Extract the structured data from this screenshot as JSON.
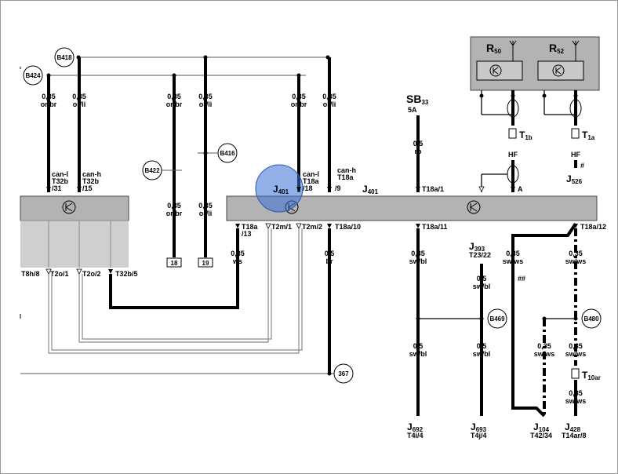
{
  "modules": {
    "left": {
      "pins": {
        "can_l": "can-l",
        "can_l_pin": "T32b",
        "can_l_num": "/31",
        "can_h": "can-h",
        "can_h_pin": "T32b",
        "can_h_num": "/15",
        "t8h": "T8h/8",
        "t2o1": "T2o/1",
        "t2o2": "T2o/2",
        "t32b5": "T32b/5"
      }
    },
    "j401": {
      "label": "J",
      "sub": "401",
      "label2": "J",
      "sub2": "401",
      "pins": {
        "can_l": "can-l",
        "can_l_pin": "T18a",
        "can_l_num": "/18",
        "can_h": "can-h",
        "can_h_pin": "T18a",
        "can_h_num": "/9",
        "t18a1": "T18a/1",
        "t18a13a": "T18a",
        "t18a13b": "/13",
        "t2m1": "T2m/1",
        "t2m2": "T2m/2",
        "t18a10": "T18a/10",
        "t18a11": "T18a/11",
        "t18a12": "T18a/12",
        "a": "A"
      }
    },
    "r50": {
      "label": "R",
      "sub": "50"
    },
    "r52": {
      "label": "R",
      "sub": "52"
    }
  },
  "wires": {
    "w1": {
      "size": "0,35",
      "color": "or/br"
    },
    "w2": {
      "size": "0,35",
      "color": "or/li"
    },
    "w3": {
      "size": "0,35",
      "color": "or/br"
    },
    "w4": {
      "size": "0,35",
      "color": "or/li"
    },
    "w5": {
      "size": "0,35",
      "color": "or/br"
    },
    "w6": {
      "size": "0,35",
      "color": "or/li"
    },
    "w7": {
      "size": "0,35",
      "color": "or/br"
    },
    "w8": {
      "size": "0,35",
      "color": "or/li"
    },
    "w9": {
      "size": "0,35",
      "color": "ws"
    },
    "w10": {
      "size": "0,5",
      "color": "br"
    },
    "w11": {
      "size": "0,5",
      "color": "ro"
    },
    "w12": {
      "size": "0,35",
      "color": "sw/bl"
    },
    "w13": {
      "size": "0,5",
      "color": "sw/bl"
    },
    "w14": {
      "size": "0,5",
      "color": "sw/bl"
    },
    "w15": {
      "size": "0,5",
      "color": "sw/bl"
    },
    "w16": {
      "size": "0,35",
      "color": "sw/ws"
    },
    "w17": {
      "size": "0,35",
      "color": "sw/ws"
    },
    "w18": {
      "size": "0,35",
      "color": "sw/ws"
    },
    "w19": {
      "size": "0,35",
      "color": "sw/ws"
    },
    "w20": {
      "size": "0,35",
      "color": "sw/ws"
    },
    "hf1": "HF",
    "hf2": "HF"
  },
  "connectors": {
    "b418": "B418",
    "b424": "B424",
    "b422": "B422",
    "b416": "B416",
    "b469": "B469",
    "b480": "B480",
    "n367": "367",
    "t18": "18",
    "t19": "19",
    "t1b": {
      "label": "T",
      "sub": "1b"
    },
    "t1a": {
      "label": "T",
      "sub": "1a"
    },
    "t10ar": {
      "label": "T",
      "sub": "10ar"
    }
  },
  "fuse": {
    "label": "SB",
    "sub": "33",
    "rating": "5A"
  },
  "components": {
    "j526": {
      "label": "J",
      "sub": "526",
      "mark": "#"
    },
    "j393": {
      "label": "J",
      "sub": "393",
      "pin": "T23/22"
    },
    "j692": {
      "label": "J",
      "sub": "692",
      "pin": "T4i/4"
    },
    "j693": {
      "label": "J",
      "sub": "693",
      "pin": "T4j/4"
    },
    "j104": {
      "label": "J",
      "sub": "104",
      "pin": "T42/34"
    },
    "j428": {
      "label": "J",
      "sub": "428",
      "pin": "T14ar/8"
    },
    "hash2": "##"
  },
  "highlight": {
    "color": "#3b6fd6"
  }
}
